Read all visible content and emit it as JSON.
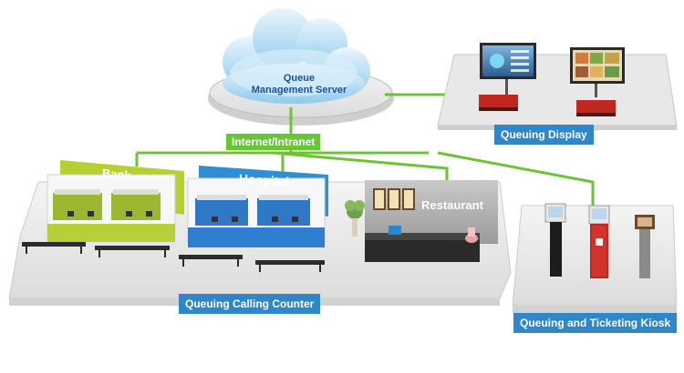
{
  "cloud": {
    "line1": "Queue",
    "line2": "Management Server"
  },
  "network": {
    "label": "Internet/Intranet"
  },
  "display": {
    "label": "Queuing Display"
  },
  "counters": {
    "label": "Queuing Calling Counter",
    "bank_sign": "Bank",
    "hospital_sign": "Hospital",
    "restaurant_sign": "Restaurant"
  },
  "kiosk": {
    "label": "Queuing and Ticketing Kiosk"
  },
  "colors": {
    "network_line": "#6bc435",
    "label_blue": "#2f86c8",
    "label_green": "#6bc435"
  }
}
